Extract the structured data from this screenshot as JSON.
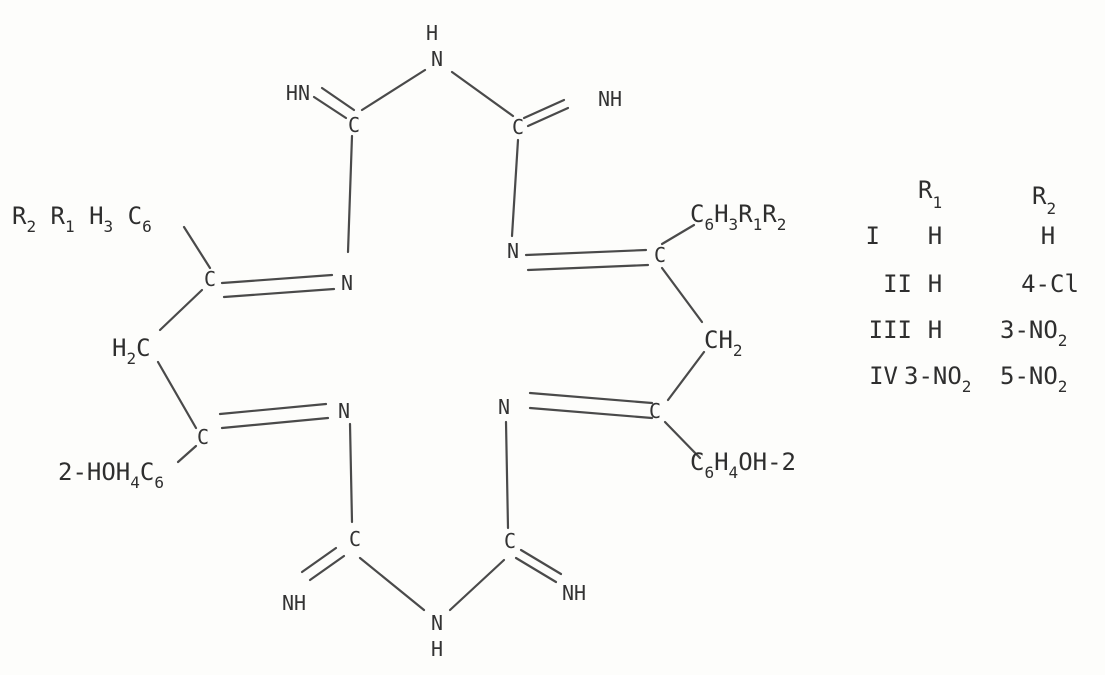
{
  "molecule": {
    "atoms": {
      "top_h": "H",
      "top_n": "N",
      "upper_left_c": "C",
      "upper_right_c": "C",
      "upper_left_hn": "HN",
      "upper_right_nh": "NH",
      "mid_left_c": "C",
      "mid_left_n": "N",
      "mid_right_n": "N",
      "mid_right_c": "C",
      "left_c": "C",
      "right_c": "C",
      "low_left_c": "C",
      "low_left_n": "N",
      "low_right_n": "N",
      "low_right_c": "C",
      "bottom_left_c": "C",
      "bottom_right_c": "C",
      "bottom_left_nh": "NH",
      "bottom_right_nh": "NH",
      "bottom_n": "N",
      "bottom_h": "H"
    },
    "substituents": {
      "upper_left": {
        "p1": "R",
        "s1": "2",
        "p2": " R",
        "s2": "1",
        "p3": " H",
        "s3": "3",
        "p4": " C",
        "s4": "6"
      },
      "left_ch2": {
        "p1": "H",
        "s1": "2",
        "p2": "C"
      },
      "lower_left": {
        "p1": "2-HOH",
        "s1": "4",
        "p2": "C",
        "s2": "6"
      },
      "upper_right": {
        "p1": "C",
        "s1": "6",
        "p2": "H",
        "s2": "3",
        "p3": "R",
        "s3": "1",
        "p4": "R",
        "s4": "2"
      },
      "right_ch2": {
        "p1": "CH",
        "s1": "2"
      },
      "lower_right": {
        "p1": "C",
        "s1": "6",
        "p2": "H",
        "s2": "4",
        "p3": "OH-2"
      }
    }
  },
  "table": {
    "header": {
      "r1": "R",
      "r1_sub": "1",
      "r2": "R",
      "r2_sub": "2"
    },
    "rows": [
      {
        "id": "I",
        "r1": "H",
        "r2": "H"
      },
      {
        "id": "II",
        "r1": "H",
        "r2": "4-Cl"
      },
      {
        "id": "III",
        "r1": "H",
        "r2_p": "3-NO",
        "r2_s": "2"
      },
      {
        "id": "IV",
        "r1_p": "3-NO",
        "r1_s": "2",
        "r2_p": "5-NO",
        "r2_s": "2"
      }
    ]
  }
}
